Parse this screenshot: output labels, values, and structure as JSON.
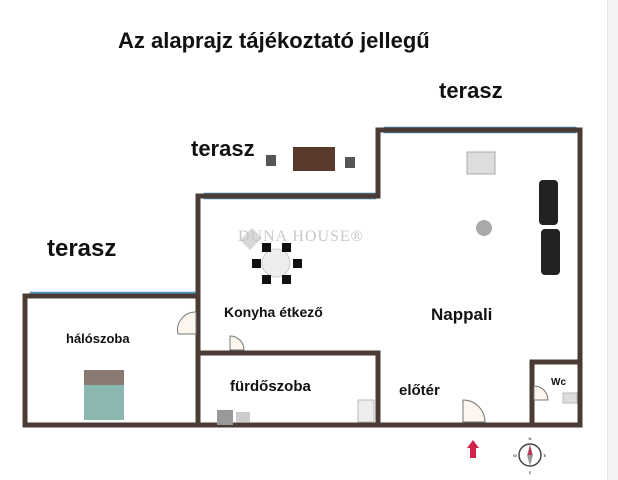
{
  "title": "Az alaprajz tájékoztató jellegű",
  "rooms": {
    "terasz_top": "terasz",
    "terasz_middle": "terasz",
    "terasz_left": "terasz",
    "bedroom": "hálószoba",
    "kitchen": "Konyha étkező",
    "living": "Nappali",
    "bathroom": "fürdőszoba",
    "hall": "előtér",
    "wc": "Wc"
  },
  "watermark": "DUNA HOUSE®",
  "compass": {
    "n": "N",
    "e": "E",
    "s": "S",
    "w": "W"
  },
  "colors": {
    "wall": "#4a3c34",
    "window": "#4aa3d0",
    "entrance_arrow": "#d0234a"
  }
}
